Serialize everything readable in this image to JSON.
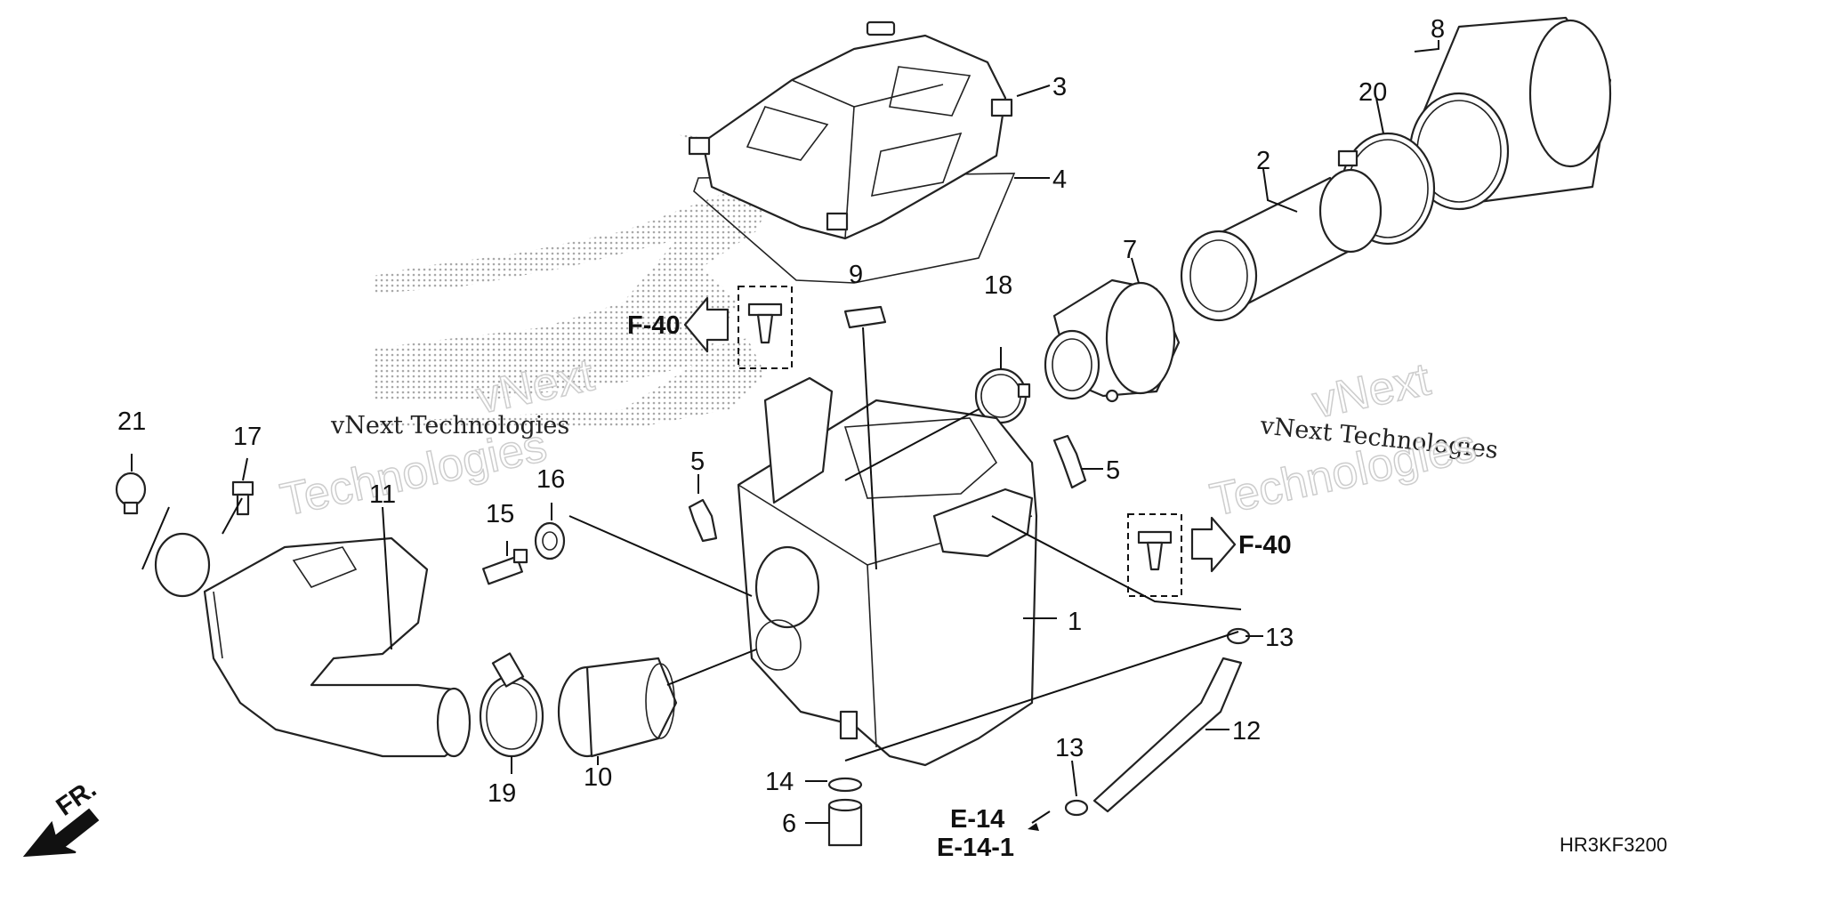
{
  "diagram": {
    "code": "HR3KF3200",
    "watermark": {
      "line1": "vNext Technologies",
      "line2": "vNext",
      "line3": "Technologies"
    },
    "direction_label": "FR.",
    "refs": {
      "f40_left": "F-40",
      "f40_right": "F-40",
      "e14": "E-14",
      "e14_1": "E-14-1"
    },
    "callouts": [
      "1",
      "2",
      "3",
      "4",
      "5",
      "5",
      "6",
      "7",
      "8",
      "9",
      "10",
      "11",
      "12",
      "13",
      "13",
      "14",
      "15",
      "16",
      "17",
      "18",
      "19",
      "20",
      "21"
    ],
    "icons": [
      "honda-wing-watermark-icon",
      "front-direction-arrow-icon",
      "reference-arrow-icon"
    ],
    "colors": {
      "line": "#111111",
      "dots": "#9a9a9a",
      "background": "#ffffff"
    }
  }
}
